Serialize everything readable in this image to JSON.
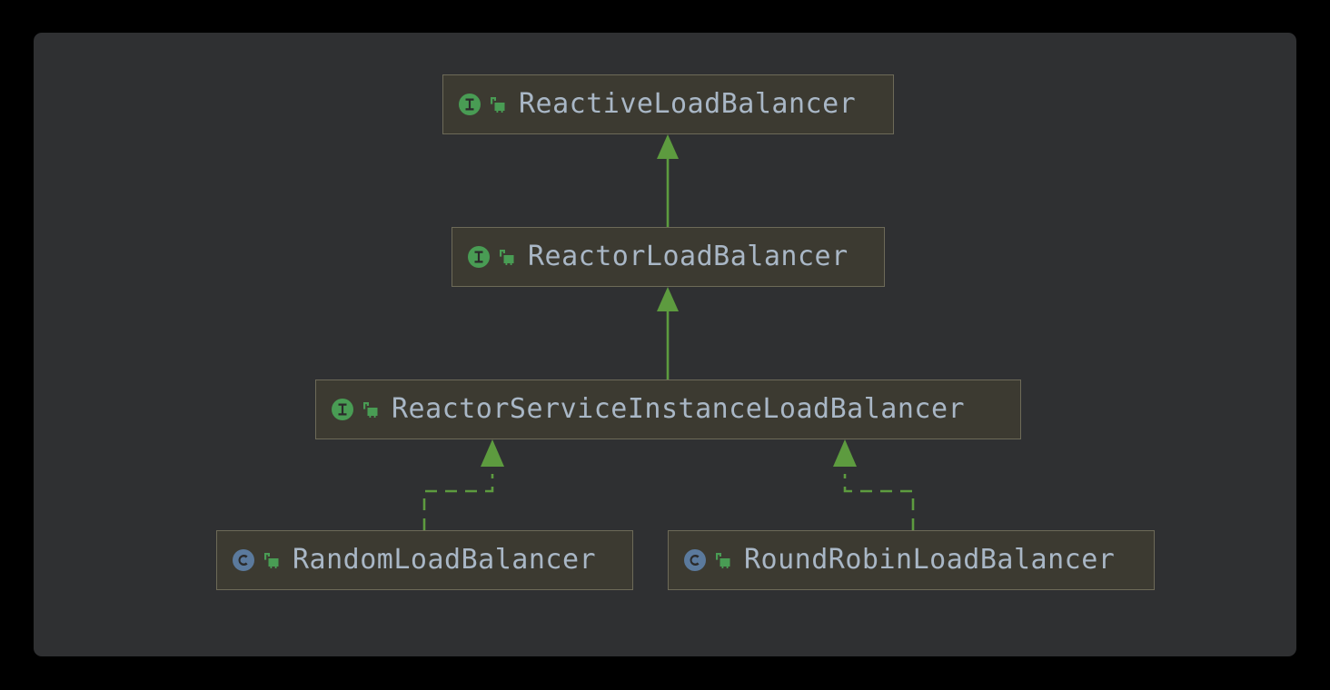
{
  "diagram": {
    "type": "class-hierarchy",
    "title": "ReactiveLoadBalancer hierarchy",
    "canvas_background": "#2f3032",
    "page_background": "#000000",
    "node_fill": "#3c3a31",
    "node_border": "#6d6a58",
    "text_color": "#a9b7c6",
    "connector_color": "#5d9b3f",
    "interface_icon_color": "#499c54",
    "class_icon_color": "#5b7a9d",
    "visibility_icon_color": "#499c54",
    "nodes": [
      {
        "id": "reactive",
        "label": "ReactiveLoadBalancer",
        "kind": "interface",
        "kind_icon": "interface-icon",
        "visibility": "public",
        "visibility_icon": "unlocked-padlock-icon"
      },
      {
        "id": "reactor",
        "label": "ReactorLoadBalancer",
        "kind": "interface",
        "kind_icon": "interface-icon",
        "visibility": "public",
        "visibility_icon": "unlocked-padlock-icon"
      },
      {
        "id": "reactorsvc",
        "label": "ReactorServiceInstanceLoadBalancer",
        "kind": "interface",
        "kind_icon": "interface-icon",
        "visibility": "public",
        "visibility_icon": "unlocked-padlock-icon"
      },
      {
        "id": "random",
        "label": "RandomLoadBalancer",
        "kind": "class",
        "kind_icon": "class-icon",
        "visibility": "public",
        "visibility_icon": "unlocked-padlock-icon"
      },
      {
        "id": "roundrobin",
        "label": "RoundRobinLoadBalancer",
        "kind": "class",
        "kind_icon": "class-icon",
        "visibility": "public",
        "visibility_icon": "unlocked-padlock-icon"
      }
    ],
    "edges": [
      {
        "id": "edge-reactor-reactive",
        "from": "reactor",
        "to": "reactive",
        "relation": "extends",
        "style": "solid",
        "arrowhead": "filled-triangle"
      },
      {
        "id": "edge-reactorsvc-reactor",
        "from": "reactorsvc",
        "to": "reactor",
        "relation": "extends",
        "style": "solid",
        "arrowhead": "filled-triangle"
      },
      {
        "id": "edge-random-reactorsvc",
        "from": "random",
        "to": "reactorsvc",
        "relation": "implements",
        "style": "dashed",
        "arrowhead": "filled-triangle"
      },
      {
        "id": "edge-roundrobin-reactorsvc",
        "from": "roundrobin",
        "to": "reactorsvc",
        "relation": "implements",
        "style": "dashed",
        "arrowhead": "filled-triangle"
      }
    ]
  }
}
